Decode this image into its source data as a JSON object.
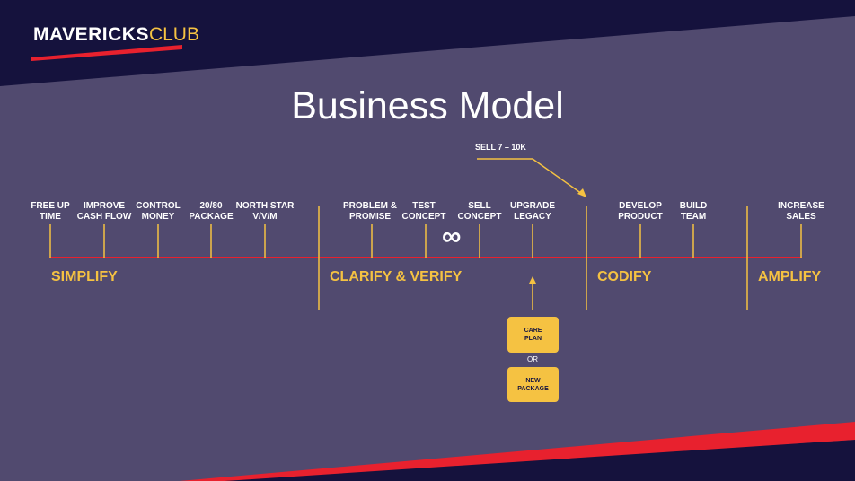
{
  "slide": {
    "title": "Business Model",
    "logo": {
      "main": "MAVERICKS",
      "suffix": "CLUB"
    },
    "colors": {
      "background": "#514a6f",
      "navy": "#15123d",
      "accent": "#f5c242",
      "red": "#e8212e",
      "text": "#ffffff"
    }
  },
  "steps": [
    {
      "label": "FREE UP\nTIME"
    },
    {
      "label": "IMPROVE\nCASH FLOW"
    },
    {
      "label": "CONTROL\nMONEY"
    },
    {
      "label": "20/80\nPACKAGE"
    },
    {
      "label": "NORTH STAR\nV/V/M"
    },
    {
      "label": "PROBLEM &\nPROMISE"
    },
    {
      "label": "TEST\nCONCEPT"
    },
    {
      "label": "SELL\nCONCEPT"
    },
    {
      "label": "UPGRADE\nLEGACY"
    },
    {
      "label": "DEVELOP\nPRODUCT"
    },
    {
      "label": "BUILD\nTEAM"
    },
    {
      "label": "INCREASE\nSALES"
    }
  ],
  "phases": [
    "SIMPLIFY",
    "CLARIFY & VERIFY",
    "CODIFY",
    "AMPLIFY"
  ],
  "callout": {
    "label": "SELL 7 – 10K"
  },
  "loop_symbol": "∞",
  "options": {
    "first": "CARE\nPLAN",
    "separator": "OR",
    "second": "NEW\nPACKAGE"
  }
}
